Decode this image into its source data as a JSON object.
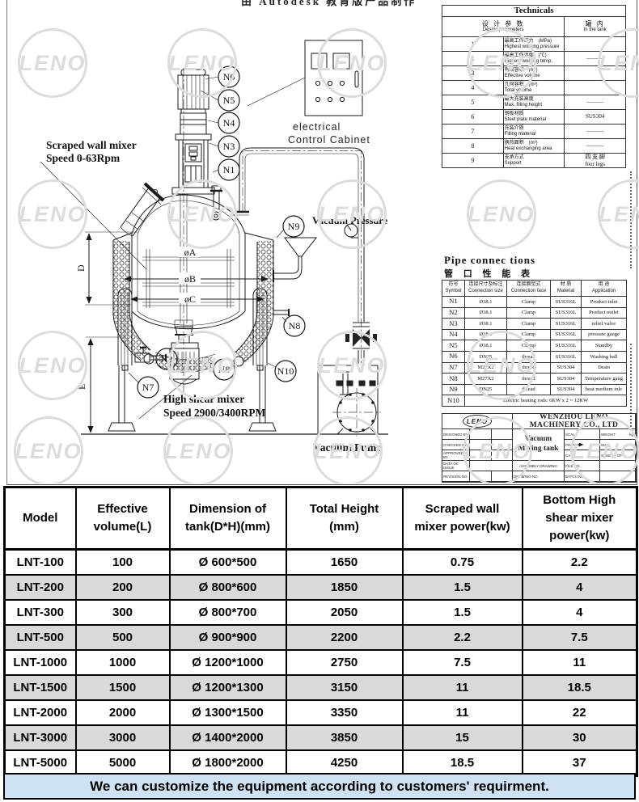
{
  "drawing": {
    "clipped_top_text": "由 Autodesk 教育版产品制作",
    "watermark": "LENO",
    "annotations": {
      "scraped_mixer_line1": "Scraped wall mixer",
      "scraped_mixer_line2": "Speed 0-63Rpm",
      "high_shear_line1": "High shear mixer",
      "high_shear_line2": "Speed 2900/3400RPM",
      "cabinet_line1": "electrical",
      "cabinet_line2": "Control Cabinet",
      "vacuum_pressure": "Vacuum Pressure",
      "vacuum_pump": "Vacuum Pump",
      "dim_d": "D",
      "dim_e": "E",
      "dia_a": "øA",
      "dia_b": "øB",
      "dia_c": "øC"
    },
    "nozzle_labels": {
      "n1": "N1",
      "n2": "N2",
      "n3": "N3",
      "n4": "N4",
      "n5": "N5",
      "n6": "N6",
      "n7": "N7",
      "n8": "N8",
      "n9": "N9",
      "n10": "N10"
    }
  },
  "technicals": {
    "title": "Technicals",
    "header": {
      "param_cn": "设 计 参 数",
      "param_en": "Design parameters",
      "value_cn": "罐 内",
      "value_en": "In the tank"
    },
    "rows": [
      [
        "1",
        "最高工作压力　(MPa)\nHighest working pressure",
        ""
      ],
      [
        "2",
        "最高工作温度　(℃)\nHighest working temp.",
        "———"
      ],
      [
        "3",
        "有效容积　(m³)\nEffective volume",
        ""
      ],
      [
        "4",
        "几何容积　(m³)\nTotal volume",
        ""
      ],
      [
        "5",
        "最大充装高度\nMax. filling height",
        "———"
      ],
      [
        "6",
        "钢板材质\nSteel plate material",
        "SUS304"
      ],
      [
        "7",
        "充装介质\nFilling material",
        "———"
      ],
      [
        "8",
        "换热面积　(m²)\nHeat exchanging area",
        "———"
      ],
      [
        "9",
        "支承方式\nSupport",
        "四 支 脚\nfour legs"
      ]
    ]
  },
  "pipe_connections": {
    "title_en": "Pipe connec tions",
    "title_cn": "管 口 性 能 表",
    "header": [
      [
        "符号\nSymbol",
        "连接尺寸及标注\nConnection size",
        "连接面型式\nConnection face",
        "材 质\nMaterial",
        "用 途\nApplication"
      ]
    ],
    "rows": [
      [
        "N1",
        "Ø38.1",
        "Clamp",
        "SUS316L",
        "Product inlet"
      ],
      [
        "N2",
        "Ø38.1",
        "Clamp",
        "SUS316L",
        "Product outlet"
      ],
      [
        "N3",
        "Ø38.1",
        "Clamp",
        "SUS316L",
        "relief valve"
      ],
      [
        "N4",
        "Ø38.1",
        "Clamp",
        "SUS316L",
        "pressure gauge"
      ],
      [
        "N5",
        "Ø38.1",
        "Clamp",
        "SUS316L",
        "Standby"
      ],
      [
        "N6",
        "DN25",
        "thread",
        "SUS316L",
        "Washing ball"
      ],
      [
        "N7",
        "M27X2",
        "thread",
        "SUS304",
        "Drain"
      ],
      [
        "N8",
        "M27X2",
        "thread",
        "SUS304",
        "Temperature gaug"
      ],
      [
        "N9",
        "DN25",
        "thread",
        "SUS304",
        "heat medium inle"
      ],
      [
        "N10",
        {
          "t": "Electric heating rods: 6KW x 2 = 12KW",
          "span": 4
        }
      ]
    ]
  },
  "title_block": {
    "logo": "LENO",
    "company": "WENZHOU LENO MACHINERY CO., LTD",
    "left_labels": {
      "designed": "DESIGNED BY",
      "checked": "CHECKED BY",
      "approved": "APPROVED BY",
      "issue": "DATA OF ISSUE",
      "revision": "REVISION NO."
    },
    "product_line1": "Vacuum",
    "product_line2": "Mixing tank",
    "assembly": "ASSEMBLY DRAWING",
    "drawing_no": "DRAWING NO.",
    "scale": "SCALE",
    "weight": "WEIGHT",
    "kg": "kg",
    "pn": "P/N",
    "size": "SIZE",
    "cad": "CAD",
    "sheet": "SHEET 1  OF",
    "file_no": "FILE NO.",
    "batch_no": "BATCH NO."
  },
  "spec_table": {
    "header": [
      [
        "Model",
        "Effective\nvolume(L)",
        "Dimension of\ntank(D*H)(mm)",
        "Total Height\n(mm)",
        "Scraped wall\nmixer power(kw)",
        "Bottom High\nshear mixer\npower(kw)"
      ]
    ],
    "rows": [
      [
        "LNT-100",
        "100",
        "Ø 600*500",
        "1650",
        "0.75",
        "2.2"
      ],
      [
        "LNT-200",
        "200",
        "Ø 800*600",
        "1850",
        "1.5",
        "4"
      ],
      [
        "LNT-300",
        "300",
        "Ø 800*700",
        "2050",
        "1.5",
        "4"
      ],
      [
        "LNT-500",
        "500",
        "Ø 900*900",
        "2200",
        "2.2",
        "7.5"
      ],
      [
        "LNT-1000",
        "1000",
        "Ø 1200*1000",
        "2750",
        "7.5",
        "11"
      ],
      [
        "LNT-1500",
        "1500",
        "Ø 1200*1300",
        "3150",
        "11",
        "18.5"
      ],
      [
        "LNT-2000",
        "2000",
        "Ø 1300*1500",
        "3350",
        "11",
        "22"
      ],
      [
        "LNT-3000",
        "3000",
        "Ø 1400*2000",
        "3850",
        "15",
        "30"
      ],
      [
        "LNT-5000",
        "5000",
        "Ø 1800*2000",
        "4250",
        "18.5",
        "37"
      ]
    ]
  },
  "footer": {
    "text": "We can customize the equipment according to customers' requirment."
  },
  "colors": {
    "row_gray": "#d9d9d9",
    "footer_blue": "#cfe2f3",
    "line": "#1a1a1a",
    "watermark": "#dcdcdc"
  }
}
